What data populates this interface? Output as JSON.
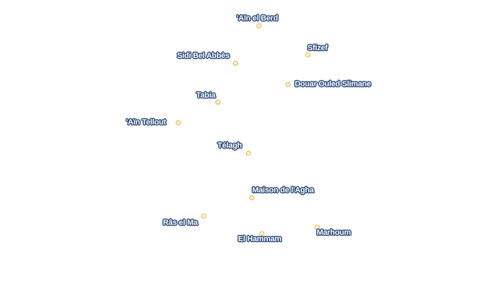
{
  "places": [
    {
      "id": "ain-el-berd",
      "name": "'Aïn el Berd"
    },
    {
      "id": "sfizef",
      "name": "Sfizef"
    },
    {
      "id": "sidi-bel-abbes",
      "name": "Sidi Bel Abbès"
    },
    {
      "id": "douar-ouled-slimane",
      "name": "Douar Ouled Slimane"
    },
    {
      "id": "tabia",
      "name": "Tabia"
    },
    {
      "id": "ain-tellout",
      "name": "'Aïn Tellout"
    },
    {
      "id": "telagh",
      "name": "Télagh"
    },
    {
      "id": "maison-de-l-agha",
      "name": "Maison de l'Agha"
    },
    {
      "id": "ras-el-ma",
      "name": "Râs el Ma"
    },
    {
      "id": "el-hammam",
      "name": "El Hammam"
    },
    {
      "id": "marhoum",
      "name": "Marhoum"
    }
  ],
  "colors": {
    "marker_fill": "#fff7e0",
    "marker_stroke": "#f2a93b",
    "label_text": "#ffffff",
    "label_halo": "#2b4a7a"
  }
}
